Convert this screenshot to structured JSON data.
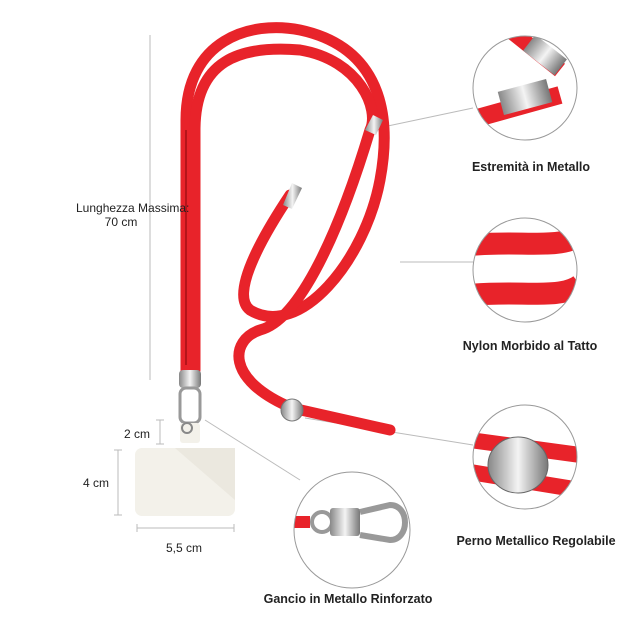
{
  "dimensions": {
    "max_length_label": "Lunghezza Massima:",
    "max_length_value": "70 cm",
    "tab_height": "2 cm",
    "card_height": "4 cm",
    "card_width": "5,5 cm"
  },
  "features": [
    {
      "label": "Estremità in Metallo"
    },
    {
      "label": "Nylon Morbido al Tatto"
    },
    {
      "label": "Perno Metallico Regolabile"
    },
    {
      "label": "Gancio in Metallo Rinforzato"
    }
  ],
  "colors": {
    "cord": "#e8232a",
    "metal": "#c9ccd0",
    "card": "#f3f1ea"
  }
}
